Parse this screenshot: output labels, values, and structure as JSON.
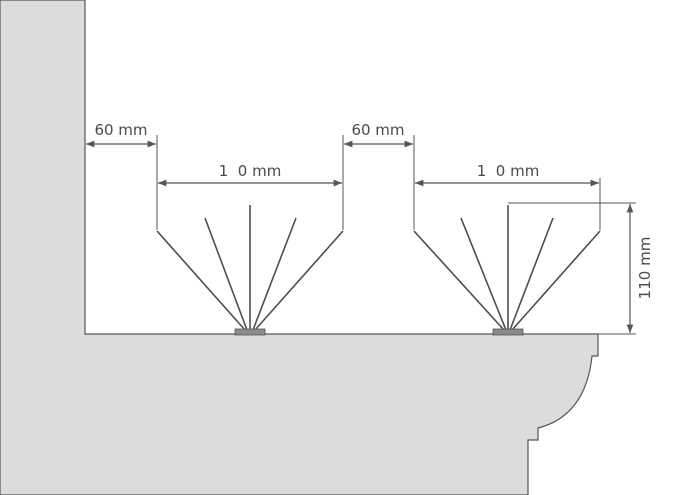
{
  "dimensions": {
    "gap_left": "60 mm",
    "gap_middle": "60 mm",
    "spike_width_left": "1  0 mm",
    "spike_width_right": "1  0 mm",
    "spike_height": "110 mm"
  },
  "colors": {
    "wall_fill": "#dcdcdc",
    "outline": "#555555",
    "spike": "#4d4d4d",
    "base_strip": "#8a8a8a",
    "dimension_line": "#555555",
    "background": "#ffffff"
  }
}
